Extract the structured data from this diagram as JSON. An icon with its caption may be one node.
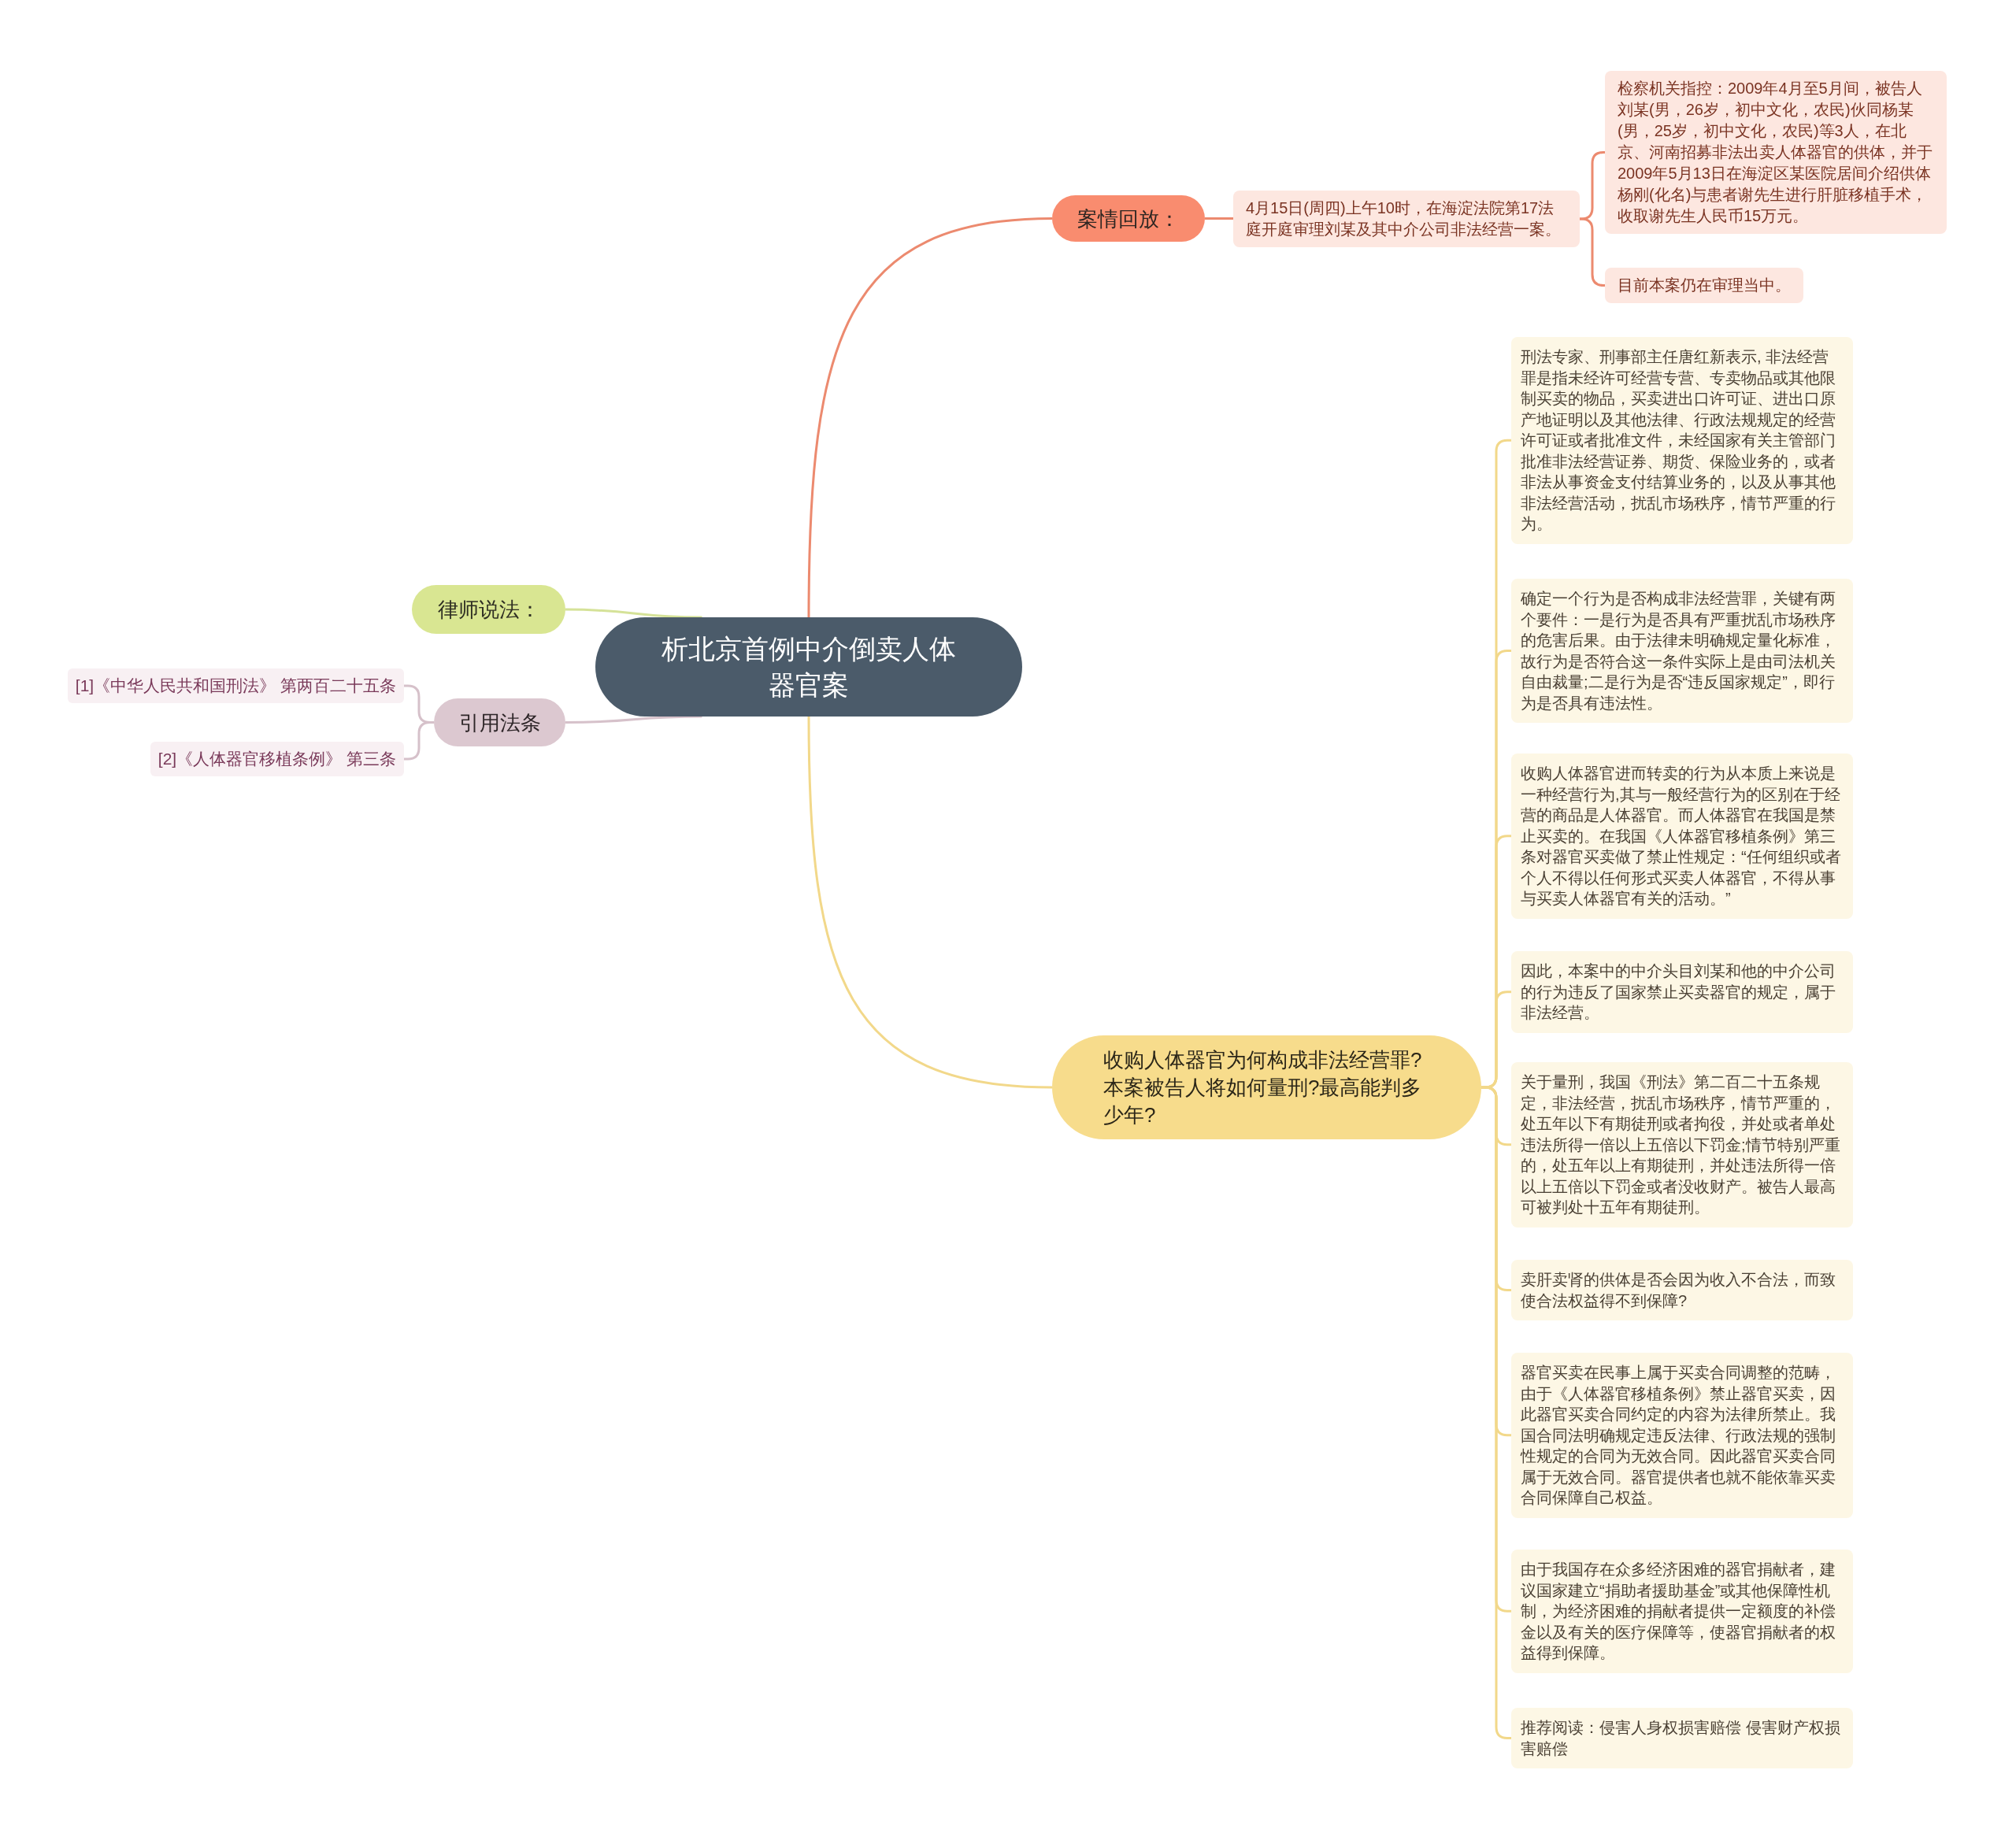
{
  "diagram": {
    "nodes": [
      {
        "text": [
          "析北京首例中介倒卖人体器官案"
        ]
      },
      {
        "text": [
          "案情回放："
        ]
      },
      {
        "text": [
          "4月15日(周四)上午10时，在海淀法院第17法庭开庭审理刘某及其中介公司非法经营一案。"
        ]
      },
      {
        "text": [
          "检察机关指控：2009年4月至5月间，被告人刘某(男，26岁，初中文化，农民)伙同杨某(男，25岁，初中文化，农民)等3人，在北京、河南招募非法出卖人体器官的供体，并于2009年5月13日在海淀区某医院居间介绍供体杨刚(化名)与患者谢先生进行肝脏移植手术，收取谢先生人民币15万元。"
        ]
      },
      {
        "text": [
          "目前本案仍在审理当中。"
        ]
      },
      {
        "text": [
          "律师说法："
        ]
      },
      {
        "text": [
          "引用法条"
        ]
      },
      {
        "text": [
          "[1]《中华人民共和国刑法》 第两百二十五条"
        ]
      },
      {
        "text": [
          "[2]《人体器官移植条例》 第三条"
        ]
      },
      {
        "text": [
          "收购人体器官为何构成非法经营罪?本案被告人将如何量刑?最高能判多少年?"
        ]
      },
      {
        "text": [
          "刑法专家、刑事部主任唐红新表示, 非法经营罪是指未经许可经营专营、专卖物品或其他限制买卖的物品，买卖进出口许可证、进出口原产地证明以及其他法律、行政法规规定的经营许可证或者批准文件，未经国家有关主管部门批准非法经营证券、期货、保险业务的，或者非法从事资金支付结算业务的，以及从事其他非法经营活动，扰乱市场秩序，情节严重的行为。"
        ]
      },
      {
        "text": [
          "确定一个行为是否构成非法经营罪，关键有两个要件：一是行为是否具有严重扰乱市场秩序的危害后果。由于法律未明确规定量化标准，故行为是否符合这一条件实际上是由司法机关自由裁量;二是行为是否“违反国家规定”，即行为是否具有违法性。"
        ]
      },
      {
        "text": [
          "收购人体器官进而转卖的行为从本质上来说是一种经营行为,其与一般经营行为的区别在于经营的商品是人体器官。而人体器官在我国是禁止买卖的。在我国《人体器官移植条例》第三条对器官买卖做了禁止性规定：“任何组织或者个人不得以任何形式买卖人体器官，不得从事与买卖人体器官有关的活动。”"
        ]
      },
      {
        "text": [
          "因此，本案中的中介头目刘某和他的中介公司的行为违反了国家禁止买卖器官的规定，属于非法经营。"
        ]
      },
      {
        "text": [
          "关于量刑，我国《刑法》第二百二十五条规定，非法经营，扰乱市场秩序，情节严重的，处五年以下有期徒刑或者拘役，并处或者单处违法所得一倍以上五倍以下罚金;情节特别严重的，处五年以上有期徒刑，并处违法所得一倍以上五倍以下罚金或者没收财产。被告人最高可被判处十五年有期徒刑。"
        ]
      },
      {
        "text": [
          "卖肝卖肾的供体是否会因为收入不合法，而致使合法权益得不到保障?"
        ]
      },
      {
        "text": [
          "器官买卖在民事上属于买卖合同调整的范畴，由于《人体器官移植条例》禁止器官买卖，因此器官买卖合同约定的内容为法律所禁止。我国合同法明确规定违反法律、行政法规的强制性规定的合同为无效合同。因此器官买卖合同属于无效合同。器官提供者也就不能依靠买卖合同保障自己权益。"
        ]
      },
      {
        "text": [
          "由于我国存在众多经济困难的器官捐献者，建议国家建立“捐助者援助基金”或其他保障性机制，为经济困难的捐献者提供一定额度的补偿金以及有关的医疗保障等，使器官捐献者的权益得到保障。"
        ]
      },
      {
        "text": [
          "推荐阅读：侵害人身权损害赔偿 侵害财产权损害赔偿"
        ]
      }
    ],
    "edges": [
      {
        "from": 0,
        "to": 1,
        "arrow": "none",
        "color": "#ec8a6f"
      },
      {
        "from": 1,
        "to": 2,
        "arrow": "none",
        "color": "#ec8a6f"
      },
      {
        "from": 2,
        "to": 3,
        "arrow": "none",
        "color": "#ec8a6f"
      },
      {
        "from": 2,
        "to": 4,
        "arrow": "none",
        "color": "#ec8a6f"
      },
      {
        "from": 0,
        "to": 5,
        "arrow": "none",
        "color": "#d5e298"
      },
      {
        "from": 0,
        "to": 6,
        "arrow": "none",
        "color": "#d6c1ca"
      },
      {
        "from": 6,
        "to": 7,
        "arrow": "none",
        "color": "#d6c1ca"
      },
      {
        "from": 6,
        "to": 8,
        "arrow": "none",
        "color": "#d6c1ca"
      },
      {
        "from": 0,
        "to": 9,
        "arrow": "none"
      },
      {
        "from": 9,
        "to": 10,
        "arrow": "none"
      },
      {
        "from": 9,
        "to": 11,
        "arrow": "none"
      },
      {
        "from": 9,
        "to": 12,
        "arrow": "none"
      },
      {
        "from": 9,
        "to": 13,
        "arrow": "none"
      },
      {
        "from": 9,
        "to": 14,
        "arrow": "none"
      },
      {
        "from": 9,
        "to": 15,
        "arrow": "none"
      },
      {
        "from": 9,
        "to": 16,
        "arrow": "none"
      },
      {
        "from": 9,
        "to": 17,
        "arrow": "none"
      },
      {
        "from": 9,
        "to": 18,
        "arrow": "none"
      }
    ]
  }
}
